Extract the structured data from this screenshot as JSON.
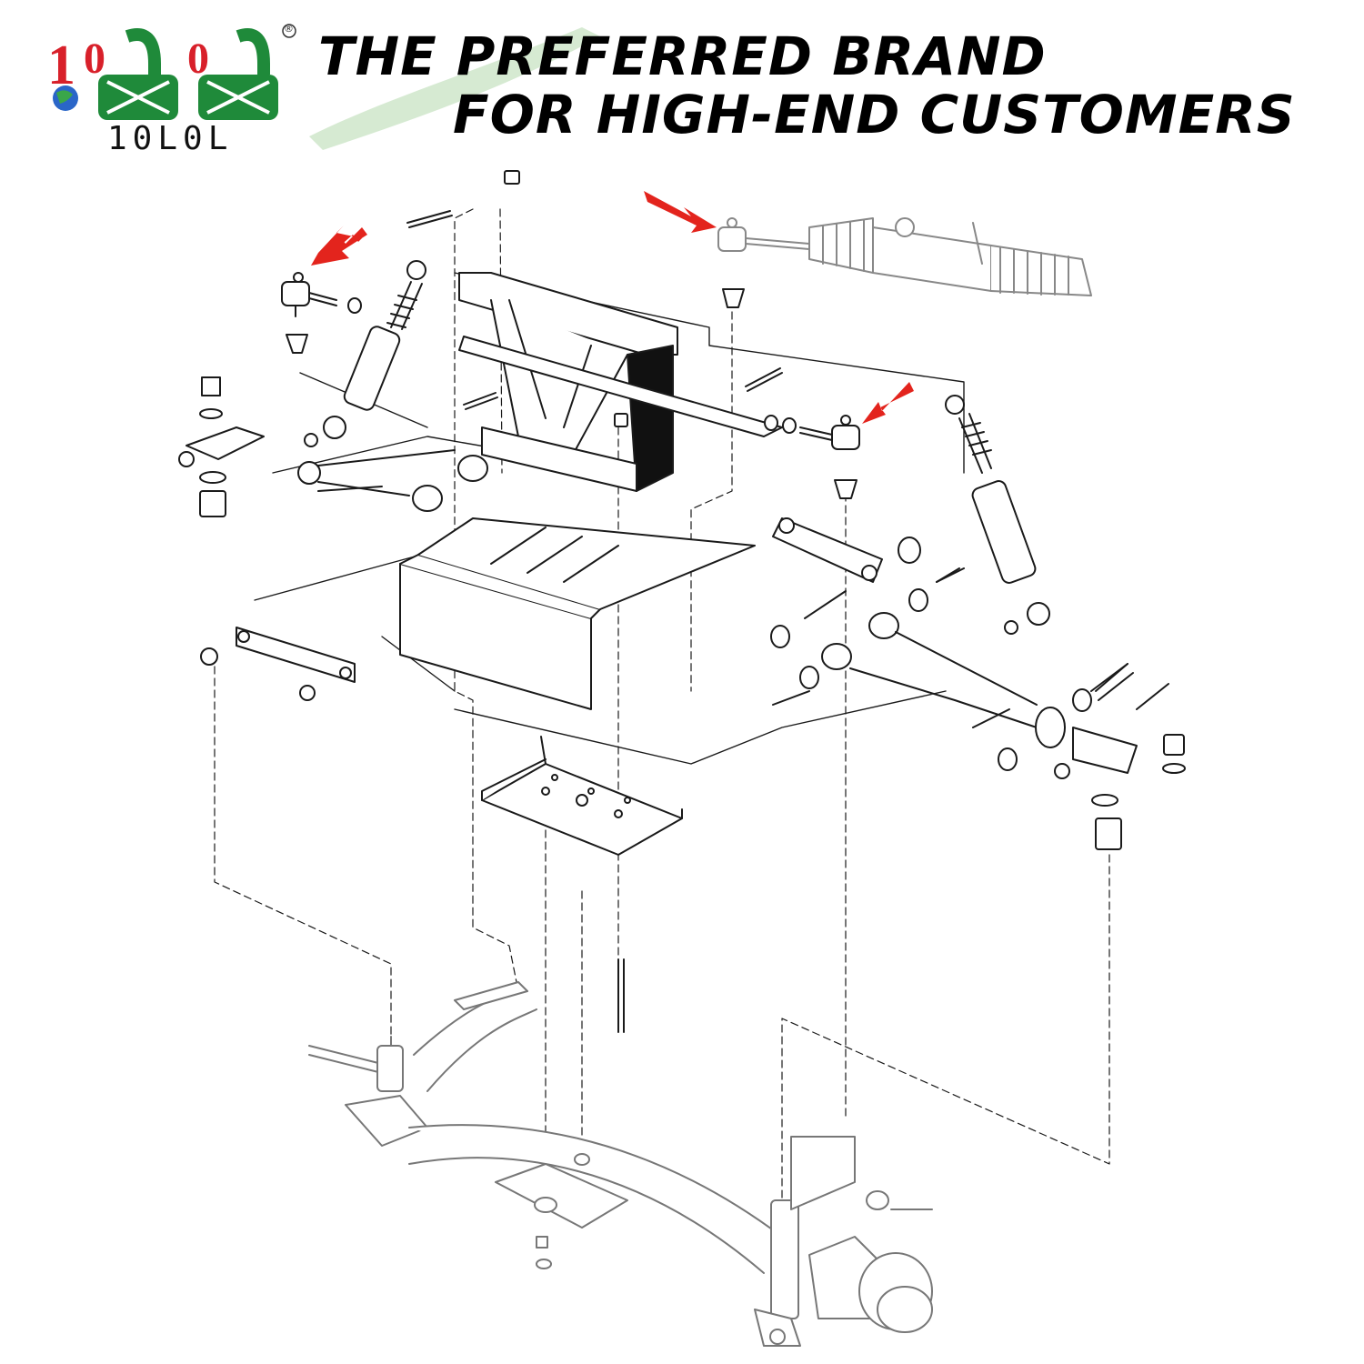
{
  "brand": {
    "logo_text": "10L0L",
    "registered_mark": "®"
  },
  "headline": {
    "line1": "THE PREFERRED BRAND",
    "line2": "FOR HIGH-END CUSTOMERS"
  },
  "colors": {
    "logo_red": "#d8202a",
    "logo_green": "#1f8a3a",
    "arrow_red": "#e3241d",
    "line_color": "#1a1a1a",
    "brush_green": "#d6ead2"
  },
  "icons": [
    "globe-icon",
    "callout-arrow-icon"
  ]
}
